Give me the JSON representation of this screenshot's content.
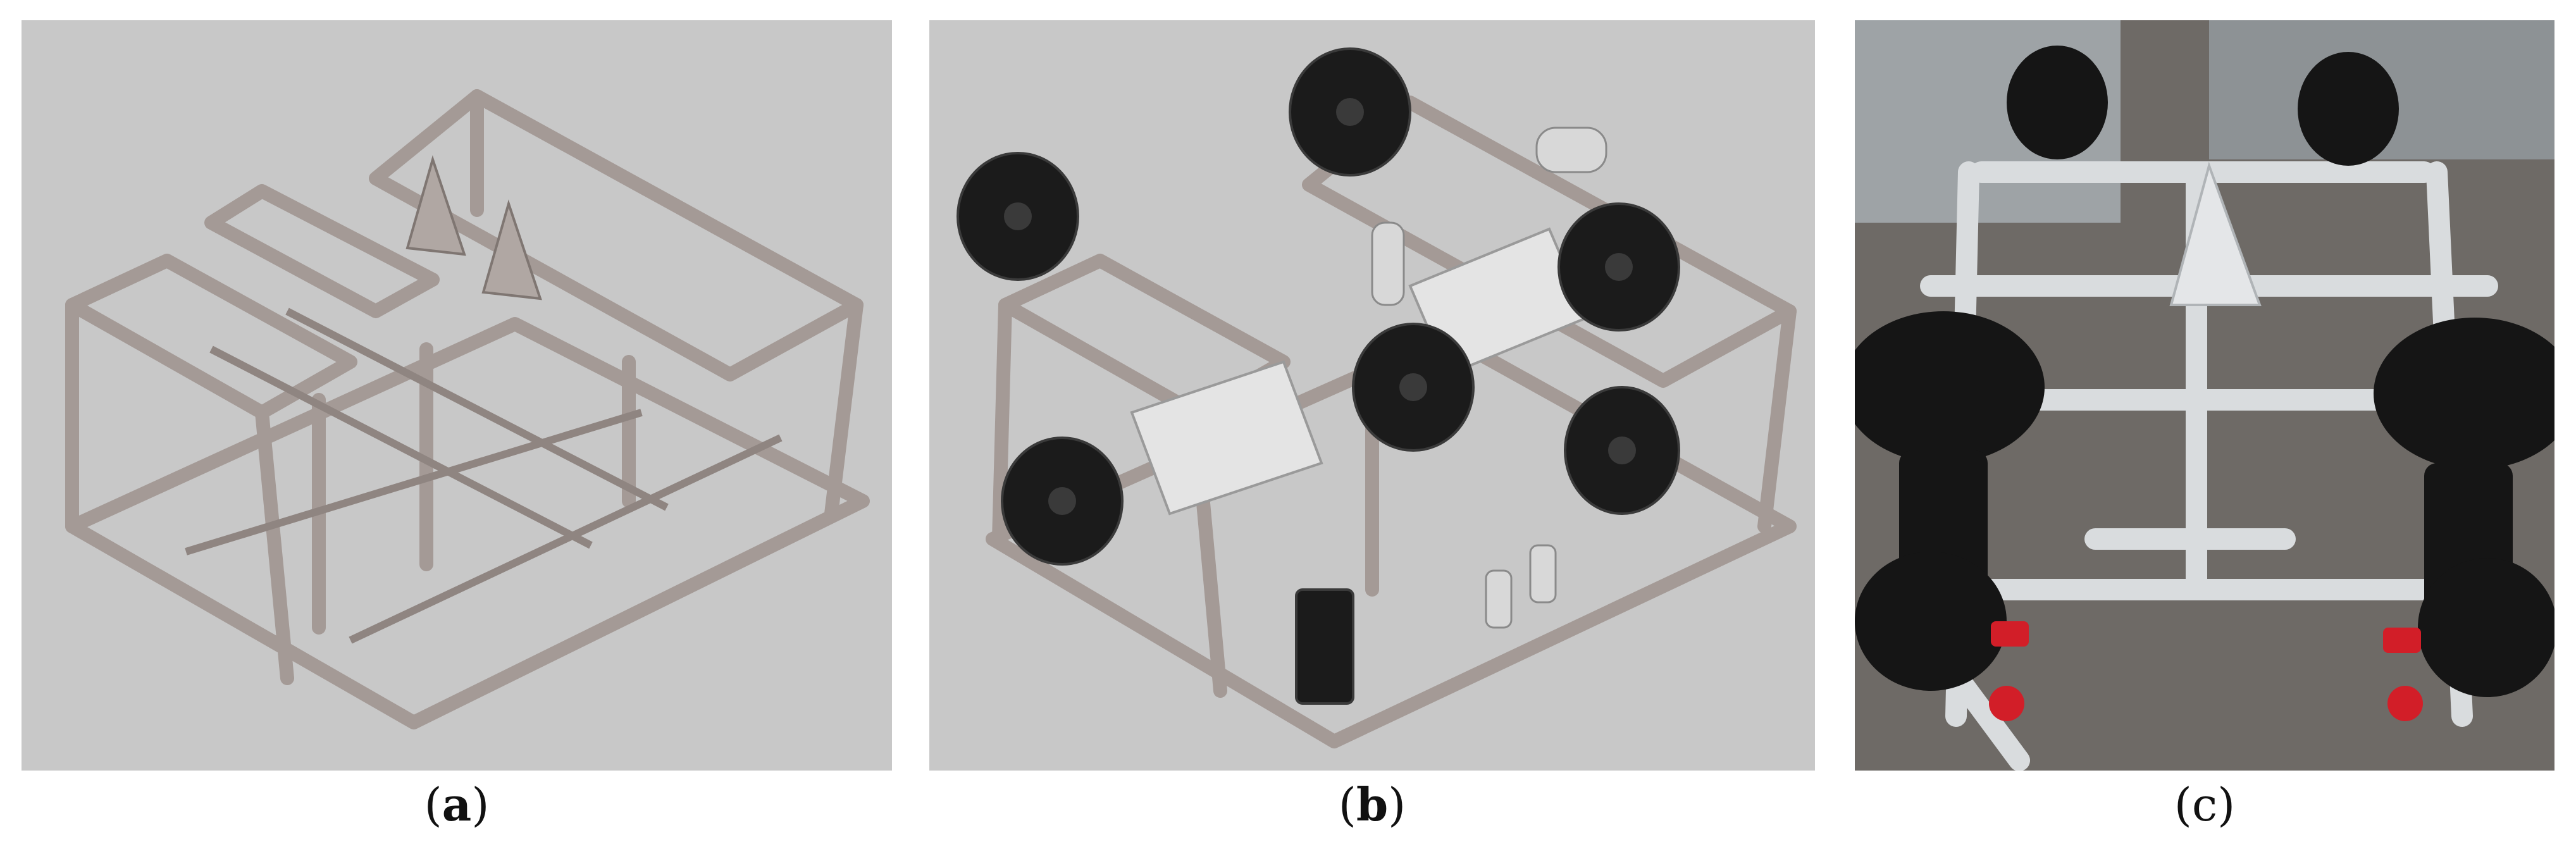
{
  "panels": [
    {
      "id": "a",
      "caption_letter": "a",
      "background": "#c8c8c8",
      "frame_color": "#a49a96"
    },
    {
      "id": "b",
      "caption_letter": "b",
      "background": "#c8c8c8",
      "frame_color": "#a49a96",
      "thruster_color": "#1b1b1b"
    },
    {
      "id": "c",
      "caption_letter": "c",
      "background": "#6e6a66",
      "frame_color": "#d9dcde",
      "thruster_color": "#151515",
      "accent_color": "#d21e28"
    }
  ]
}
